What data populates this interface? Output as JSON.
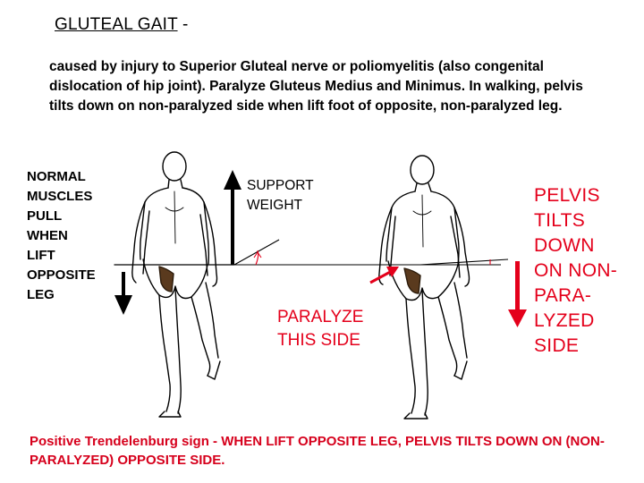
{
  "slide": {
    "title": "GLUTEAL GAIT",
    "title_suffix": " -",
    "description": "caused by injury to Superior Gluteal nerve or poliomyelitis (also congenital dislocation of hip joint).  Paralyze Gluteus Medius and Minimus.  In walking, pelvis tilts down on non-paralyzed side when lift foot of opposite, non-paralyzed leg.",
    "left_label": [
      "NORMAL",
      "MUSCLES",
      "PULL",
      "WHEN",
      "LIFT",
      "OPPOSITE",
      "LEG"
    ],
    "support_label": [
      "SUPPORT",
      "WEIGHT"
    ],
    "paralyze_label": [
      "PARALYZE",
      "THIS SIDE"
    ],
    "pelvis_label": [
      "PELVIS",
      "TILTS",
      "DOWN",
      "ON NON-",
      "PARA-",
      "LYZED",
      "SIDE"
    ],
    "footer_prefix": "Positive Trendelenburg sign",
    "footer_rest": " - WHEN LIFT OPPOSITE LEG, PELVIS TILTS DOWN ON (NON-PARALYZED) OPPOSITE SIDE.",
    "colors": {
      "text": "#000000",
      "accent_red": "#e4001b",
      "muscle": "#5a3a1e"
    }
  }
}
